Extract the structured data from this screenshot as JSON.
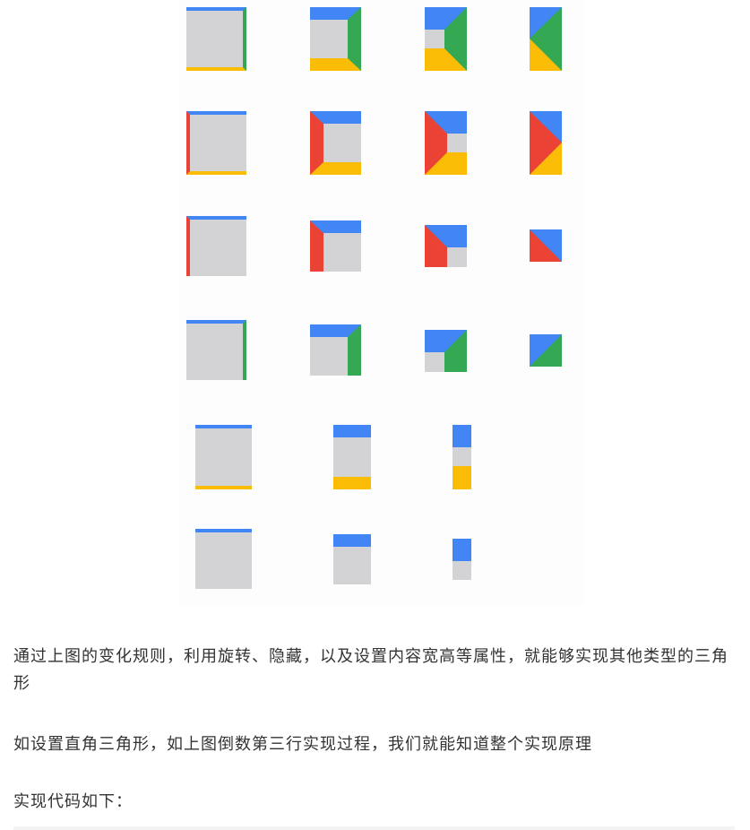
{
  "colors": {
    "top": "#4285f4",
    "right": "#34a853",
    "bottom": "#fbbc05",
    "left": "#ea4335",
    "content": "#d3d2d4"
  },
  "figure": {
    "rows": [
      {
        "row": 1,
        "steps": [
          {
            "borders": [
              "top",
              "right",
              "bottom"
            ],
            "content": "large"
          },
          {
            "borders": [
              "top",
              "right",
              "bottom"
            ],
            "content": "medium"
          },
          {
            "borders": [
              "top",
              "right",
              "bottom"
            ],
            "content": "small"
          },
          {
            "borders": [
              "top",
              "right",
              "bottom"
            ],
            "content": "none"
          }
        ]
      },
      {
        "row": 2,
        "steps": [
          {
            "borders": [
              "top",
              "bottom",
              "left"
            ],
            "content": "large"
          },
          {
            "borders": [
              "top",
              "bottom",
              "left"
            ],
            "content": "medium"
          },
          {
            "borders": [
              "top",
              "bottom",
              "left"
            ],
            "content": "small"
          },
          {
            "borders": [
              "top",
              "bottom",
              "left"
            ],
            "content": "none"
          }
        ]
      },
      {
        "row": 3,
        "steps": [
          {
            "borders": [
              "top",
              "left"
            ],
            "content": "large"
          },
          {
            "borders": [
              "top",
              "left"
            ],
            "content": "medium"
          },
          {
            "borders": [
              "top",
              "left"
            ],
            "content": "small"
          },
          {
            "borders": [
              "top",
              "left"
            ],
            "content": "none"
          }
        ]
      },
      {
        "row": 4,
        "steps": [
          {
            "borders": [
              "top",
              "right"
            ],
            "content": "large"
          },
          {
            "borders": [
              "top",
              "right"
            ],
            "content": "medium"
          },
          {
            "borders": [
              "top",
              "right"
            ],
            "content": "small"
          },
          {
            "borders": [
              "top",
              "right"
            ],
            "content": "none"
          }
        ]
      },
      {
        "row": 5,
        "steps": [
          {
            "borders": [
              "top",
              "bottom"
            ],
            "content": "large"
          },
          {
            "borders": [
              "top",
              "bottom"
            ],
            "content": "medium"
          },
          {
            "borders": [
              "top",
              "bottom"
            ],
            "content": "small"
          }
        ]
      },
      {
        "row": 6,
        "steps": [
          {
            "borders": [
              "top"
            ],
            "content": "large"
          },
          {
            "borders": [
              "top"
            ],
            "content": "medium"
          },
          {
            "borders": [
              "top"
            ],
            "content": "small"
          }
        ]
      }
    ]
  },
  "article": {
    "p1": "通过上图的变化规则，利用旋转、隐藏，以及设置内容宽高等属性，就能够实现其他类型的三角形",
    "p2": "如设置直角三角形，如上图倒数第三行实现过程，我们就能知道整个实现原理",
    "p3": "实现代码如下："
  }
}
